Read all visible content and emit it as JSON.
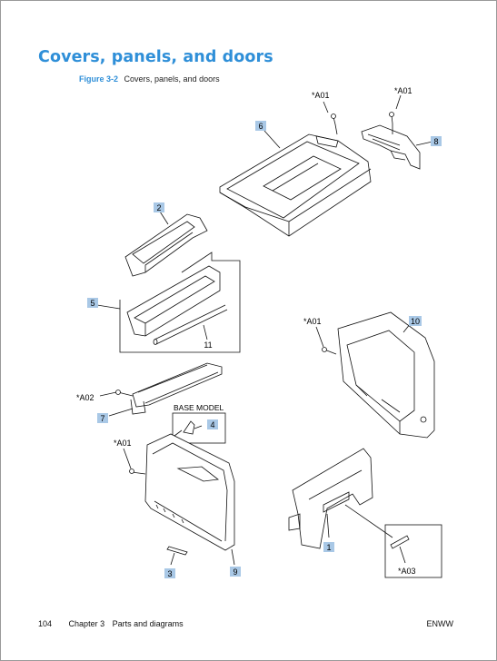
{
  "page": {
    "title": "Covers, panels, and doors",
    "figure_number": "Figure 3-2",
    "figure_caption": "Covers, panels, and doors"
  },
  "callouts": {
    "c1": "1",
    "c2": "2",
    "c3": "3",
    "c4": "4",
    "c5": "5",
    "c6": "6",
    "c7": "7",
    "c8": "8",
    "c9": "9",
    "c10": "10",
    "c11": "11"
  },
  "screws": {
    "a01_top_left": "*A01",
    "a01_top_right": "*A01",
    "a01_right": "*A01",
    "a01_left": "*A01",
    "a02": "*A02",
    "a03": "*A03"
  },
  "base_model_label": "BASE MODEL",
  "colors": {
    "heading": "#2f8fd8",
    "callout_fill": "#a9c8e6",
    "line": "#111111"
  },
  "footer": {
    "page_number": "104",
    "chapter": "Chapter 3",
    "section": "Parts and diagrams",
    "brand": "ENWW"
  }
}
